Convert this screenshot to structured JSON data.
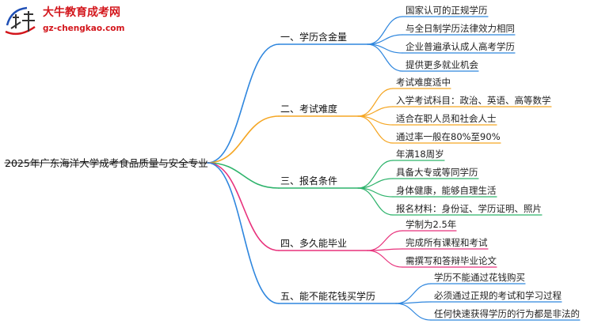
{
  "logo": {
    "name": "大牛教育成考网",
    "domain": "gz-chengkao.com",
    "colors": {
      "red": "#d3161c",
      "blue": "#1f4fb5"
    }
  },
  "root": "2025年广东海洋大学成考食品质量与安全专业",
  "branches": [
    {
      "label": "一、学历含金量",
      "color": "#2e86de",
      "leaves": [
        "国家认可的正规学历",
        "与全日制学历法律效力相同",
        "企业普遍承认成人高考学历",
        "提供更多就业机会"
      ]
    },
    {
      "label": "二、考试难度",
      "color": "#f5a623",
      "leaves": [
        "考试难度适中",
        "入学考试科目：政治、英语、高等数学",
        "适合在职人员和社会人士",
        "通过率一般在80%至90%"
      ]
    },
    {
      "label": "三、报名条件",
      "color": "#2db36b",
      "leaves": [
        "年满18周岁",
        "具备大专或等同学历",
        "身体健康，能够自理生活",
        "报名材料：身份证、学历证明、照片"
      ]
    },
    {
      "label": "四、多久能毕业",
      "color": "#e8327c",
      "leaves": [
        "学制为2.5年",
        "完成所有课程和考试",
        "需撰写和答辩毕业论文"
      ]
    },
    {
      "label": "五、能不能花钱买学历",
      "color": "#2e86de",
      "leaves": [
        "学历不能通过花钱购买",
        "必须通过正规的考试和学习过程",
        "任何快速获得学历的行为都是非法的"
      ]
    }
  ]
}
